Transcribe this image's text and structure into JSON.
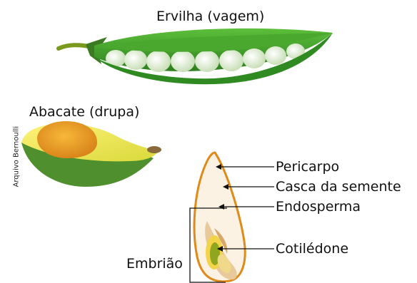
{
  "figures": {
    "pea_title": "Ervilha (vagem)",
    "avocado_title": "Abacate (drupa)"
  },
  "credit": "Arquivo Bernoulli",
  "seed_labels": {
    "pericarp": "Pericarpo",
    "seed_coat": "Casca da semente",
    "endosperm": "Endosperma",
    "cotyledon": "Cotilédone",
    "embryo": "Embrião"
  },
  "colors": {
    "pod_green": "#3a9a2a",
    "pea_white": "#eef5e6",
    "avocado_flesh": "#f0e85a",
    "avocado_skin": "#4f8f2d",
    "avocado_pit": "#f0a321",
    "seed_outline": "#e08a1a",
    "seed_fill": "#fbf2e3"
  }
}
